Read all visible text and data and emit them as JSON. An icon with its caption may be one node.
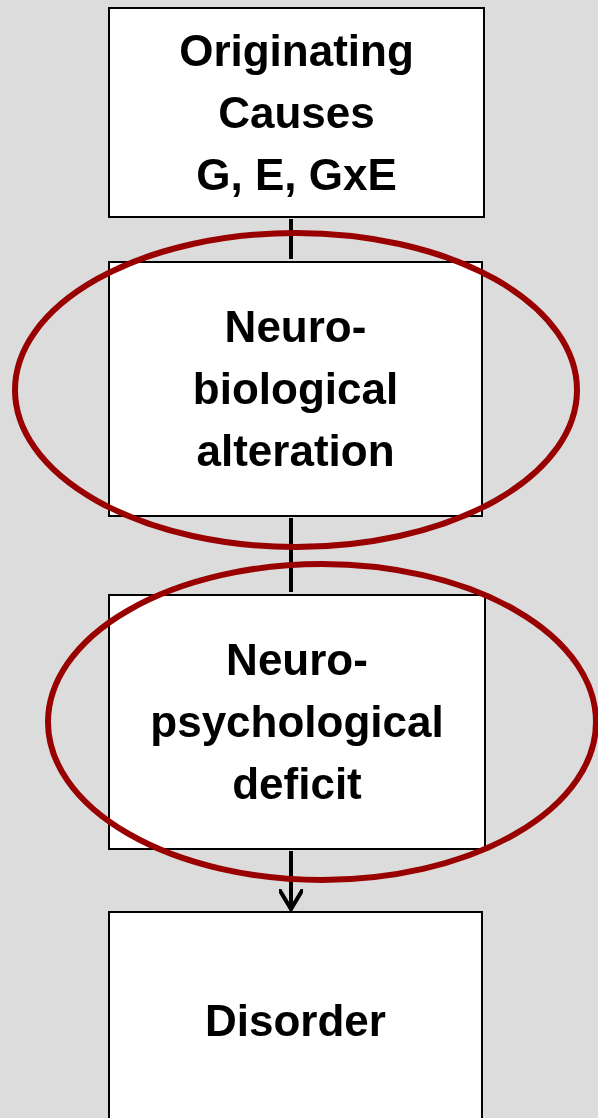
{
  "diagram": {
    "nodes": [
      {
        "text": [
          "Originating Causes",
          "G, E, GxE"
        ]
      },
      {
        "text": [
          "Neuro- biological alteration"
        ]
      },
      {
        "text": [
          "Neuro- psychological deficit"
        ]
      },
      {
        "text": [
          "Disorder"
        ]
      }
    ],
    "edges": [
      {
        "from": 0,
        "to": 1,
        "arrow": "none"
      },
      {
        "from": 1,
        "to": 2,
        "arrow": "none"
      },
      {
        "from": 2,
        "to": 3,
        "arrow": "to"
      }
    ]
  }
}
